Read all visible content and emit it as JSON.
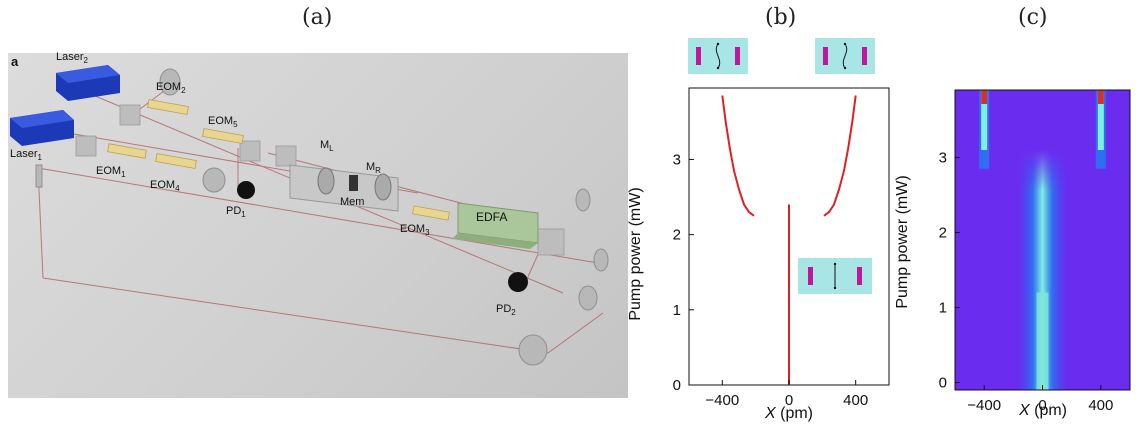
{
  "panels": {
    "a": {
      "label": "(a)",
      "corner_letter": "a",
      "components": {
        "laser2": "Laser",
        "laser2_sub": "2",
        "laser1": "Laser",
        "laser1_sub": "1",
        "eom2": "EOM",
        "eom2_sub": "2",
        "eom5": "EOM",
        "eom5_sub": "5",
        "eom1": "EOM",
        "eom1_sub": "1",
        "eom4": "EOM",
        "eom4_sub": "4",
        "eom3": "EOM",
        "eom3_sub": "3",
        "ml": "M",
        "ml_sub": "L",
        "mr": "M",
        "mr_sub": "R",
        "mem": "Mem",
        "pd1": "PD",
        "pd1_sub": "1",
        "pd2": "PD",
        "pd2_sub": "2",
        "edfa": "EDFA"
      }
    },
    "b": {
      "label": "(b)"
    },
    "c": {
      "label": "(c)"
    }
  },
  "chart_data": [
    {
      "type": "line",
      "panel": "b",
      "xlabel_italic": "X",
      "xlabel_unit": " (pm)",
      "ylabel": "Pump power (mW)",
      "xlim": [
        -600,
        600
      ],
      "ylim": [
        0,
        3.95
      ],
      "xticks": [
        -400,
        0,
        400
      ],
      "yticks": [
        0,
        1,
        2,
        3
      ],
      "xtick_labels": [
        "−400",
        "0",
        "400"
      ],
      "ytick_labels": [
        "0",
        "1",
        "2",
        "3"
      ],
      "color": "#e02020",
      "series": [
        {
          "x": [
            0,
            0
          ],
          "y": [
            0,
            2.4
          ]
        },
        {
          "x": [
            -210,
            -240,
            -270,
            -300,
            -330,
            -355,
            -380,
            -400
          ],
          "y": [
            2.25,
            2.3,
            2.4,
            2.6,
            2.85,
            3.15,
            3.5,
            3.85
          ]
        },
        {
          "x": [
            210,
            240,
            270,
            300,
            330,
            355,
            380,
            400
          ],
          "y": [
            2.25,
            2.3,
            2.4,
            2.6,
            2.85,
            3.15,
            3.5,
            3.85
          ]
        }
      ]
    },
    {
      "type": "heatmap",
      "panel": "c",
      "xlabel_italic": "X",
      "xlabel_unit": " (pm)",
      "ylabel": "Pump power (mW)",
      "xlim": [
        -600,
        600
      ],
      "ylim": [
        -0.1,
        3.9
      ],
      "xticks": [
        -400,
        0,
        400
      ],
      "yticks": [
        0,
        1,
        2,
        3
      ],
      "xtick_labels": [
        "−400",
        "0",
        "400"
      ],
      "ytick_labels": [
        "0",
        "1",
        "2",
        "3"
      ],
      "background_color": "#6a2df0"
    }
  ]
}
